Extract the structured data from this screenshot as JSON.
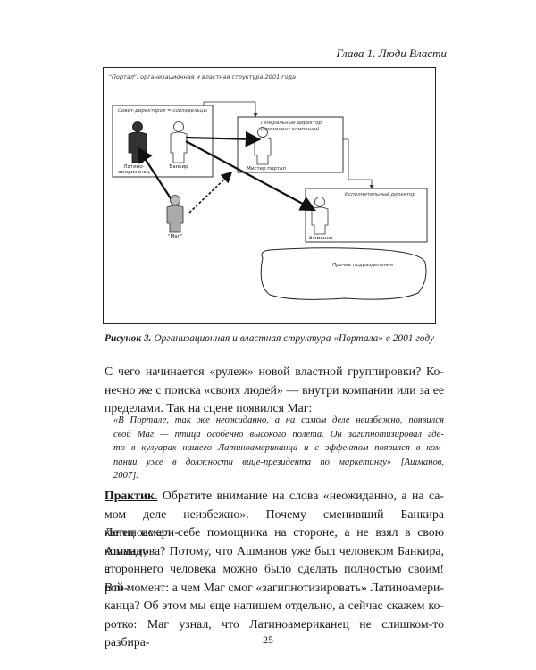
{
  "header": {
    "chapter": "Глава 1. Люди Власти"
  },
  "figure": {
    "title": "\"Портал\": организационная и властная структура 2001 года",
    "board_label": "Совет-директоров = совладельцы",
    "ceo_label": "Генеральный директор (президент компании)",
    "exec_label": "Исполнительный директор",
    "other_label": "Прочие подразделения",
    "people": {
      "latino": "Латино-американец",
      "banker": "Банкир",
      "mister": "Мистер портал",
      "ashmanov": "Ашманов",
      "mag": "\"Маг\""
    },
    "caption_bold": "Рисунок 3.",
    "caption_text": "Организационная и властная структура «Портала» в 2001 году"
  },
  "body": {
    "para1_lines": [
      "С чего начинается «рулеж» новой властной группировки? Ко-",
      "нечно же с поиска «своих людей» — внутри компании или за ее",
      "пределами. Так на сцене появился Маг:"
    ],
    "quote_lines": [
      "«В Портале, так же неожиданно, а на самом деле неизбежно, появился",
      "свой Маг — птица особенно высокого полёта. Он загипнотизировал где-",
      "то в кулуарах нашего Латиноамериканца и с эффектом появился в ком-",
      "пании уже в должности вице-президента по маркетингу» [Ашманов,",
      "2007]."
    ],
    "practic_label": "Практик.",
    "para2_first": " Обратите внимание на слова «неожиданно, а на са-",
    "para2_lines": [
      "мом деле неизбежно». Почему сменивший Банкира Латиноамери-",
      "канец искал себе помощника на стороне, а не взял в свою команду",
      "Ашманова? Потому, что Ашманов уже был человеком Банкира, а",
      "стороннего человека можно было сделать полностью своим! Вто-",
      "рой момент: а чем Маг смог «загипнотизировать» Латиноамери-",
      "канца? Об этом мы еще напишем отдельно, а сейчас скажем ко-",
      "ротко: Маг узнал, что Латиноамериканец не слишком-то разбира-"
    ]
  },
  "footer": {
    "page_number": "25"
  }
}
